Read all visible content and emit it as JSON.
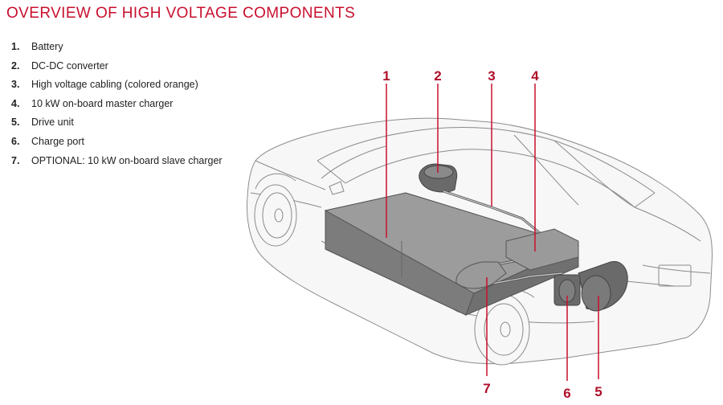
{
  "title": "OVERVIEW OF HIGH VOLTAGE COMPONENTS",
  "legend": [
    {
      "num": "1.",
      "label": "Battery"
    },
    {
      "num": "2.",
      "label": "DC-DC converter"
    },
    {
      "num": "3.",
      "label": "High voltage cabling (colored orange)"
    },
    {
      "num": "4.",
      "label": "10 kW on-board master charger"
    },
    {
      "num": "5.",
      "label": "Drive unit"
    },
    {
      "num": "6.",
      "label": "Charge port"
    },
    {
      "num": "7.",
      "label": "OPTIONAL: 10 kW on-board slave charger"
    }
  ],
  "callouts": {
    "c1": "1",
    "c2": "2",
    "c3": "3",
    "c4": "4",
    "c5": "5",
    "c6": "6",
    "c7": "7"
  },
  "colors": {
    "accent": "#c8102e",
    "component": "#8a8a8a"
  }
}
